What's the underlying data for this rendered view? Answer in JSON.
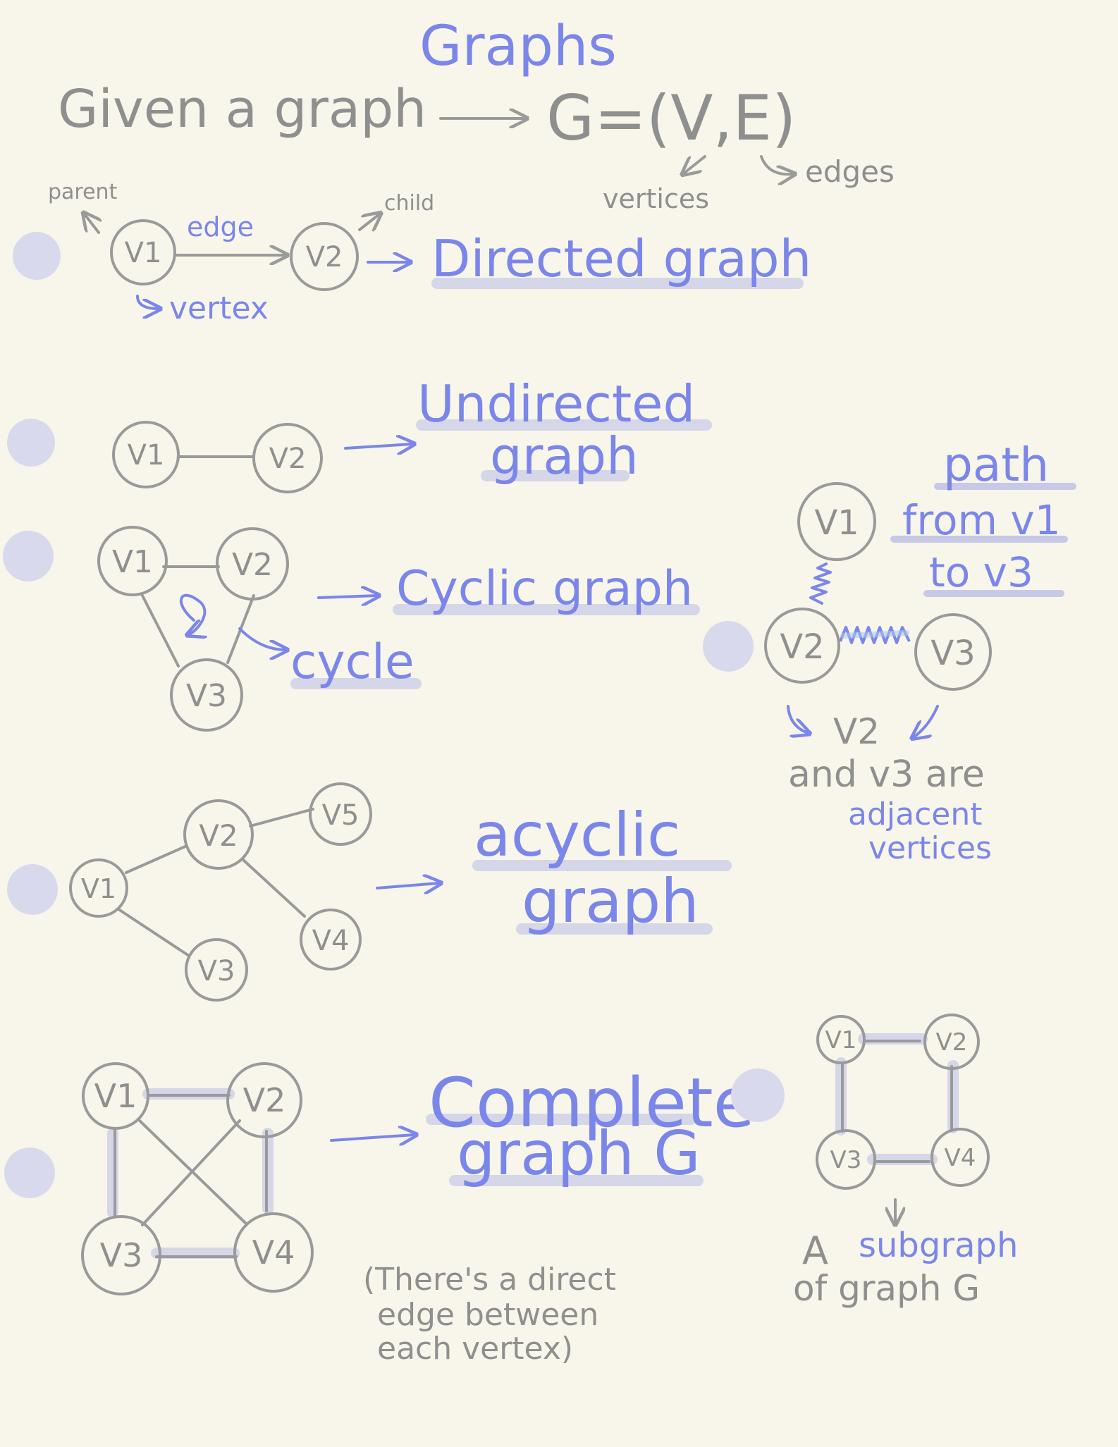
{
  "title": "Graphs",
  "intro": {
    "text": "Given a graph",
    "formula": "G=(V,E)",
    "vertices_note": "vertices",
    "edges_note": "edges"
  },
  "directed": {
    "parent": "parent",
    "child": "child",
    "edge": "edge",
    "vertex": "vertex",
    "v1": "V1",
    "v2": "V2",
    "label": "Directed graph"
  },
  "undirected": {
    "v1": "V1",
    "v2": "V2",
    "label_line1": "Undirected",
    "label_line2": "graph"
  },
  "cyclic": {
    "v1": "V1",
    "v2": "V2",
    "v3": "V3",
    "label": "Cyclic graph",
    "cycle": "cycle"
  },
  "path": {
    "v1": "V1",
    "v2": "V2",
    "v3": "V3",
    "label_line1": "path",
    "label_line2": "from v1",
    "label_line3": "to v3",
    "note_line1": "V2",
    "note_line2": "and v3 are",
    "note_line3": "adjacent",
    "note_line4": "vertices"
  },
  "acyclic": {
    "v1": "V1",
    "v2": "V2",
    "v3": "V3",
    "v4": "V4",
    "v5": "V5",
    "label_line1": "acyclic",
    "label_line2": "graph"
  },
  "complete": {
    "v1": "V1",
    "v2": "V2",
    "v3": "V3",
    "v4": "V4",
    "label_line1": "Complete",
    "label_line2": "graph G",
    "note_line1": "(There's a direct",
    "note_line2": "edge between",
    "note_line3": "each vertex)"
  },
  "subgraph": {
    "v1": "V1",
    "v2": "V2",
    "v3": "V3",
    "v4": "V4",
    "note_a": "A",
    "note_subgraph": "subgraph",
    "note_line2": "of graph G"
  },
  "colors": {
    "background": "#f8f6ea",
    "ink_gray": "#8f8f8f",
    "ink_blue": "#7b86ea",
    "highlight": "#d5d6e8"
  }
}
